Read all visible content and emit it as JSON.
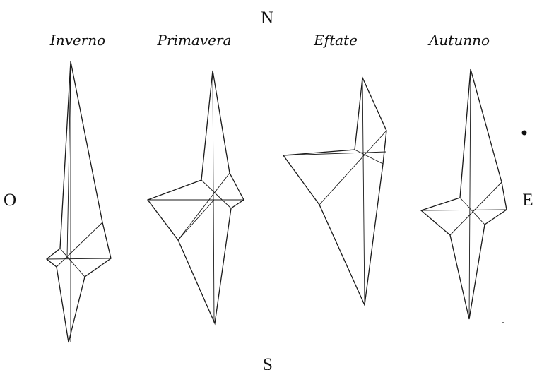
{
  "compass": {
    "north": "N",
    "south": "S",
    "west": "O",
    "east": "E"
  },
  "seasons": [
    {
      "id": "winter",
      "label": "Inverno"
    },
    {
      "id": "spring",
      "label": "Primavera"
    },
    {
      "id": "summer",
      "label": "Eftate"
    },
    {
      "id": "autumn",
      "label": "Autunno"
    }
  ],
  "colors": {
    "ink": "#1a1a1a",
    "paper": "#ffffff"
  }
}
